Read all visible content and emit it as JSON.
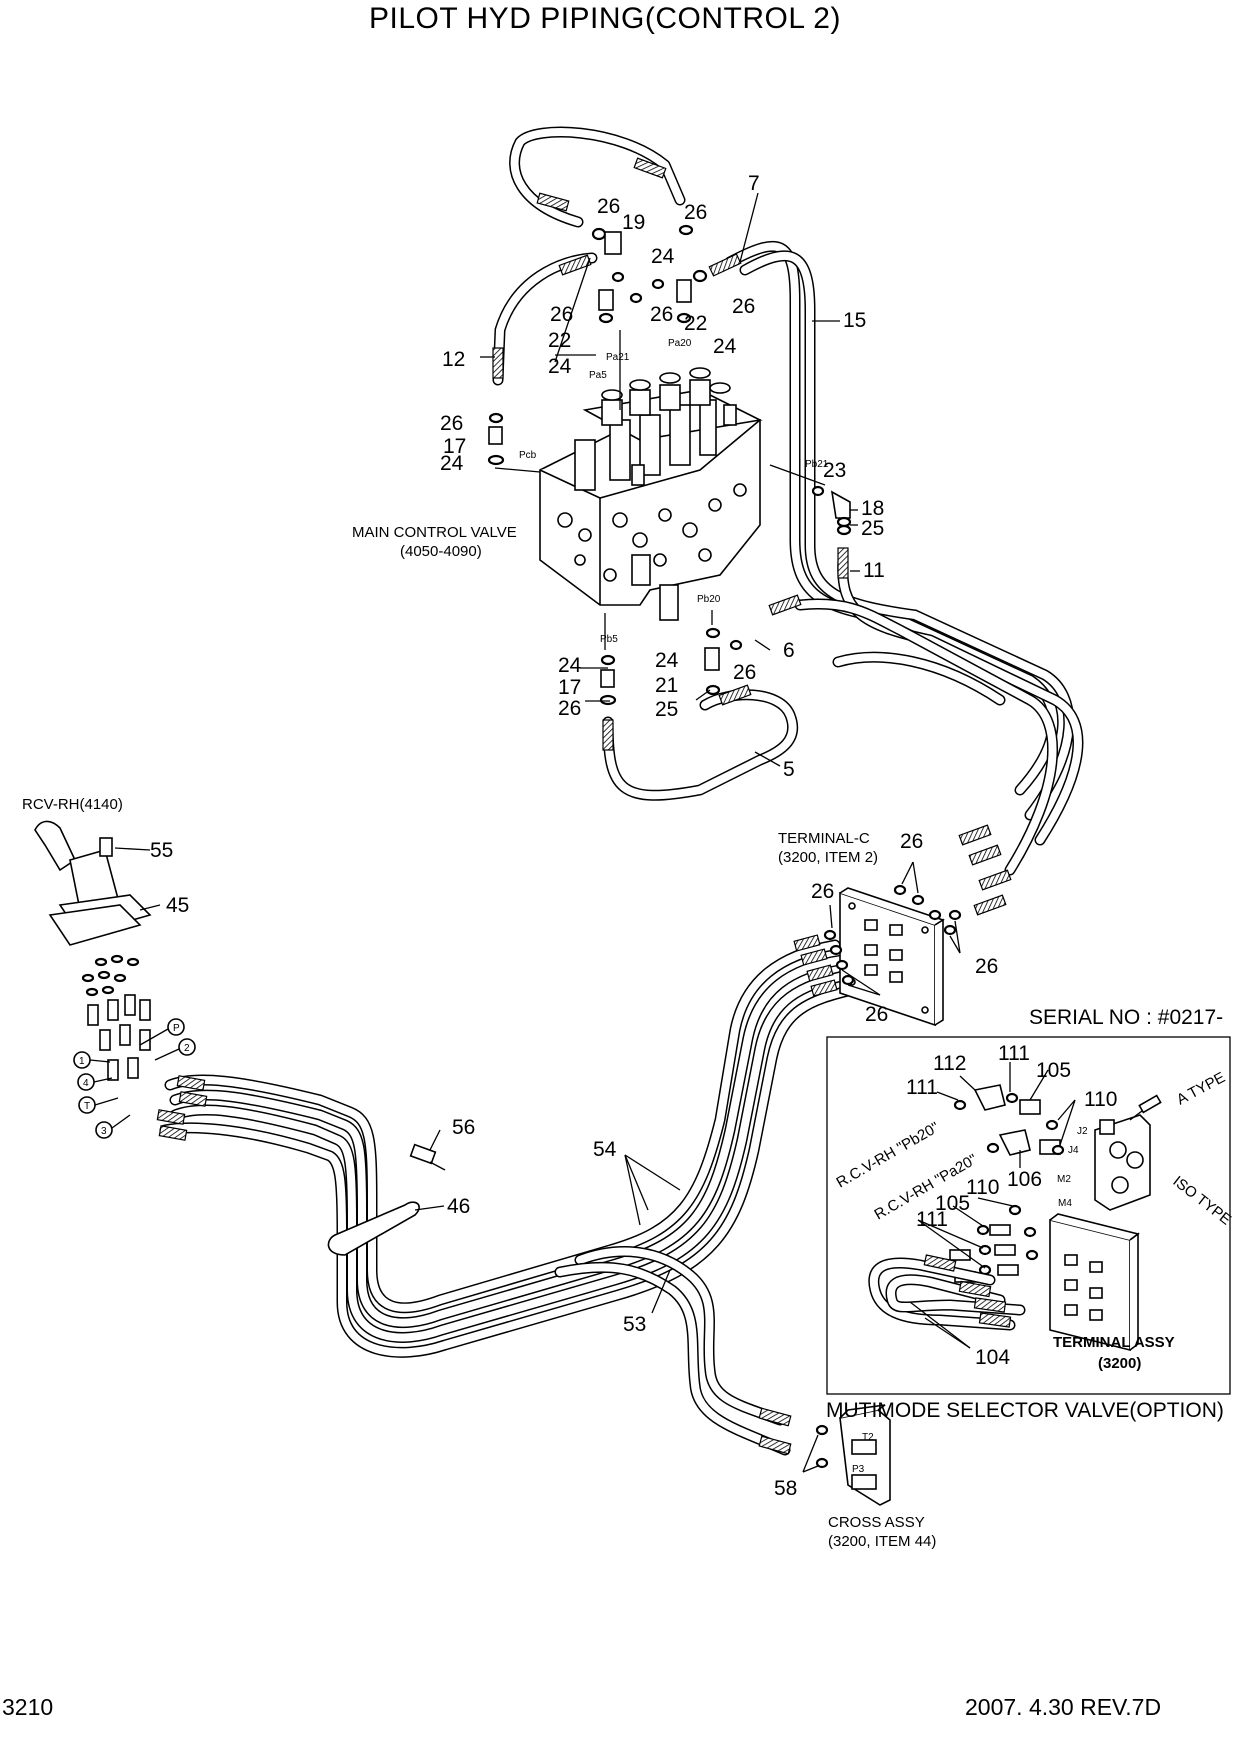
{
  "title": "PILOT HYD PIPING(CONTROL 2)",
  "footer": {
    "page_number": "3210",
    "date_rev": "2007. 4.30  REV.7D"
  },
  "assemblies": {
    "main_control_valve": {
      "name": "MAIN CONTROL VALVE",
      "ref": "(4050-4090)"
    },
    "rcv_rh": "RCV-RH(4140)",
    "terminal_c": {
      "name": "TERMINAL-C",
      "ref": "(3200, ITEM 2)"
    },
    "cross_assy": {
      "name": "CROSS ASSY",
      "ref": "(3200, ITEM 44)"
    }
  },
  "ports": [
    "Pa21",
    "Pa5",
    "Pa20",
    "Pcb",
    "Pb21",
    "Pb20",
    "Pb5"
  ],
  "rcv_ports": [
    "P",
    "1",
    "2",
    "4",
    "T",
    "3"
  ],
  "part_numbers": {
    "p7": "7",
    "p15": "15",
    "p12": "12",
    "p19": "19",
    "p22a": "22",
    "p22b": "22",
    "p24a": "24",
    "p24b": "24",
    "p24c": "24",
    "p24d": "24",
    "p24e": "24",
    "p24f": "24",
    "p26a": "26",
    "p26b": "26",
    "p26c": "26",
    "p26d": "26",
    "p26e": "26",
    "p26f": "26",
    "p26g": "26",
    "p26h": "26",
    "p26i": "26",
    "p26j": "26",
    "p26k": "26",
    "p17a": "17",
    "p17b": "17",
    "p23": "23",
    "p18": "18",
    "p25a": "25",
    "p25b": "25",
    "p11": "11",
    "p6": "6",
    "p21": "21",
    "p5": "5",
    "p55": "55",
    "p45": "45",
    "p56": "56",
    "p46": "46",
    "p54": "54",
    "p53": "53",
    "p58": "58"
  },
  "inset": {
    "serial": "SERIAL NO : #0217-",
    "caption": "MUTIMODE SELECTOR VALVE(OPTION)",
    "terminal_assy": "TERMINAL ASSY",
    "terminal_ref": "(3200)",
    "a_type": "A TYPE",
    "iso_type": "ISO TYPE",
    "rcv_pb20": "R.C.V-RH \"Pb20\"",
    "rcv_pa20": "R.C.V-RH \"Pa20\"",
    "ports": [
      "J2",
      "J4",
      "M2",
      "M4"
    ],
    "parts": {
      "p112": "112",
      "p111a": "111",
      "p105a": "105",
      "p111b": "111",
      "p110a": "110",
      "p106": "106",
      "p110b": "110",
      "p105b": "105",
      "p111c": "111",
      "p104": "104"
    }
  }
}
